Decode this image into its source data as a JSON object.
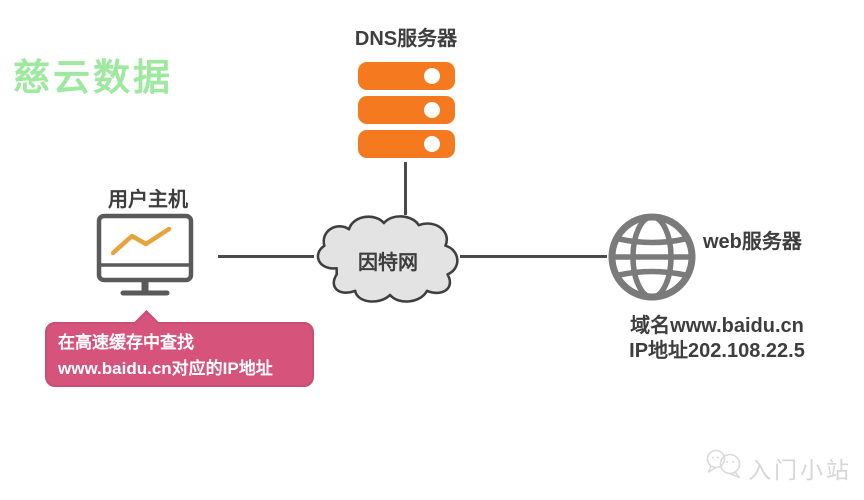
{
  "page": {
    "background": "#FFFFFF"
  },
  "watermarks": {
    "brand_top_left": {
      "text": "慈云数据",
      "color": "#9FE89F"
    },
    "footer": {
      "text": "入门小站",
      "color": "#D6D6D6",
      "icon": "chat-bubbles-icon"
    }
  },
  "nodes": {
    "dns_server": {
      "label": "DNS服务器",
      "icon": "server-stack-icon",
      "icon_color": "#F5791F"
    },
    "user_host": {
      "label": "用户主机",
      "icon": "monitor-icon",
      "chart_line_color": "#E8A33C"
    },
    "internet": {
      "label": "因特网",
      "shape": "cloud",
      "fill": "#E3E3E3",
      "stroke": "#3F3F3F"
    },
    "web_server": {
      "label": "web服务器",
      "icon": "globe-icon",
      "icon_color": "#7B7B7B",
      "domain_line": "域名www.baidu.cn",
      "ip_line": "IP地址202.108.22.5"
    }
  },
  "callout": {
    "line1": "在高速缓存中查找",
    "line2": "www.baidu.cn对应的IP地址",
    "background": "#D6537B",
    "text_color": "#FFFFFF",
    "points_to": "user_host"
  },
  "connections": [
    {
      "from": "dns_server",
      "to": "internet"
    },
    {
      "from": "user_host",
      "to": "internet"
    },
    {
      "from": "internet",
      "to": "web_server"
    }
  ],
  "colors": {
    "connector": "#4A4A4A",
    "label_text": "#3E3E3E"
  }
}
